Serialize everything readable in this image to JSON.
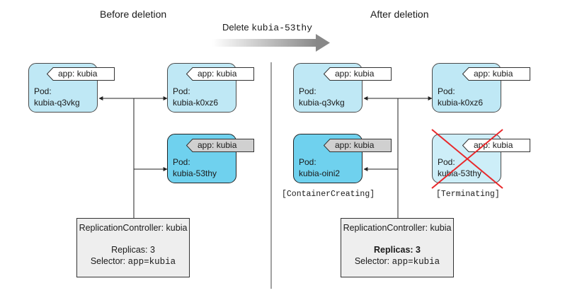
{
  "titles": {
    "before": "Before deletion",
    "after": "After deletion"
  },
  "action": {
    "prefix": "Delete ",
    "pod": "kubia-53thy"
  },
  "pod_label_prefix": "Pod:",
  "before": {
    "pods": [
      {
        "name": "kubia-q3vkg",
        "label": "app: kubia"
      },
      {
        "name": "kubia-k0xz6",
        "label": "app: kubia"
      },
      {
        "name": "kubia-53thy",
        "label": "app: kubia"
      }
    ],
    "rc": {
      "title": "ReplicationController: kubia",
      "replicas": "Replicas: 3",
      "selector_prefix": "Selector: ",
      "selector": "app=kubia"
    }
  },
  "after": {
    "pods": [
      {
        "name": "kubia-q3vkg",
        "label": "app: kubia"
      },
      {
        "name": "kubia-k0xz6",
        "label": "app: kubia"
      },
      {
        "name": "kubia-oini2",
        "label": "app: kubia",
        "status": "[ContainerCreating]"
      },
      {
        "name": "kubia-53thy",
        "label": "app: kubia",
        "status": "[Terminating]"
      }
    ],
    "rc": {
      "title": "ReplicationController: kubia",
      "replicas": "Replicas: 3",
      "selector_prefix": "Selector: ",
      "selector": "app=kubia"
    }
  },
  "colors": {
    "pod_light": "#bfe8f5",
    "pod_dark": "#6fd1ee",
    "cross": "#e8282b",
    "rc_bg": "#eeeeee"
  }
}
